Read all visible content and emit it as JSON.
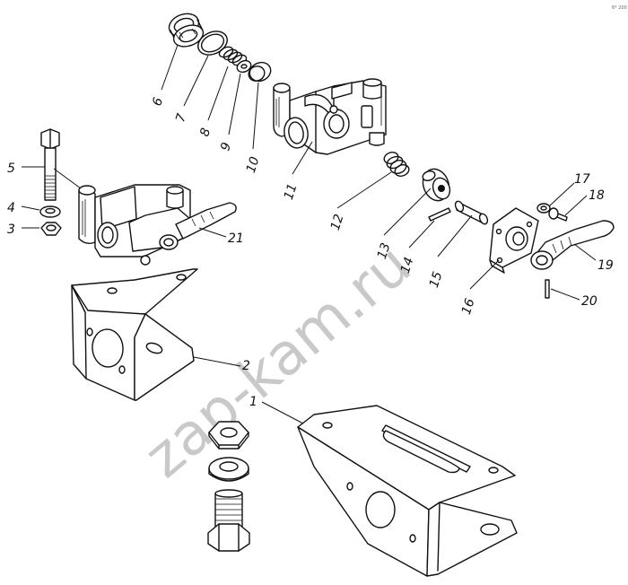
{
  "watermark": "zap-kam.ru",
  "corner_mark": "6* 200",
  "callouts": [
    "1",
    "2",
    "3",
    "4",
    "5",
    "6",
    "7",
    "8",
    "9",
    "10",
    "11",
    "12",
    "13",
    "14",
    "15",
    "16",
    "17",
    "18",
    "19",
    "20",
    "21"
  ]
}
